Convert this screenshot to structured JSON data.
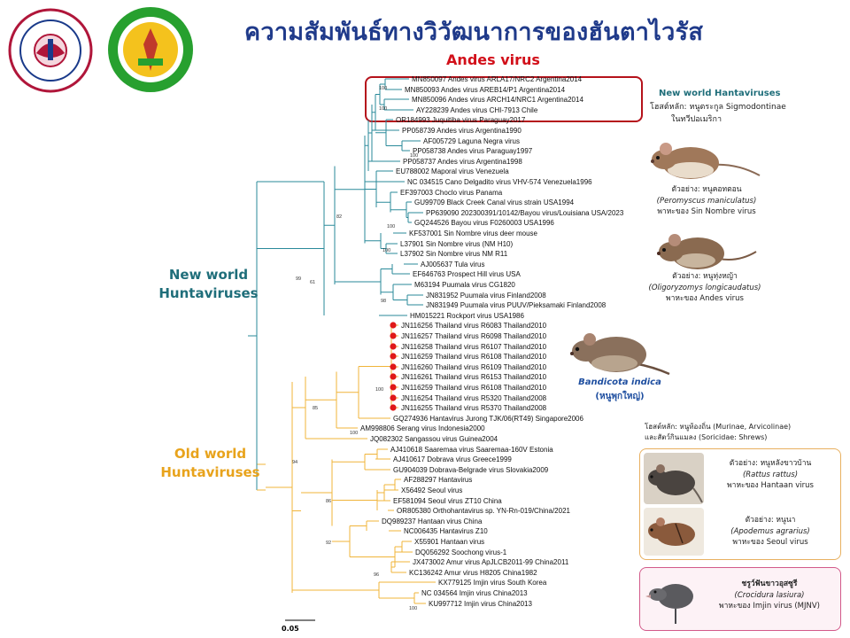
{
  "title": "ความสัมพันธ์ทางวิวัฒนาการของฮันตาไวรัส",
  "andes_label": "Andes virus",
  "groups": {
    "new_world": [
      "New world",
      "Huntaviruses"
    ],
    "old_world": [
      "Old world",
      "Huntaviruses"
    ]
  },
  "leaves": [
    "MN850097 Andes virus ARLA17/NRC2 Argentina2014",
    "MN850093 Andes virus AREB14/P1 Argentina2014",
    "MN850096 Andes virus ARCH14/NRC1 Argentina2014",
    "AY228239 Andes virus CHI-7913 Chile",
    "OR184993 Juquitiba virus Paraguay2017",
    "PP058739 Andes virus Argentina1990",
    "AF005729 Laguna Negra virus",
    "PP058738 Andes virus Paraguay1997",
    "PP058737 Andes virus Argentina1998",
    "EU788002 Maporal virus Venezuela",
    "NC 034515 Cano Delgadito virus VHV-574 Venezuela1996",
    "EF397003 Choclo virus Panama",
    "GU99709 Black Creek Canal virus strain USA1994",
    "PP639090 202300391/10142/Bayou virus/Louisiana USA/2023",
    "GQ244526 Bayou virus F0260003 USA1996",
    "KF537001 Sin Nombre virus deer mouse",
    "L37901 Sin Nombre virus (NM H10)",
    "L37902 Sin Nombre virus NM R11",
    "AJ005637 Tula virus",
    "EF646763 Prospect Hill virus USA",
    "M63194 Puumala virus CG1820",
    "JN831952 Puumala virus Finland2008",
    "JN831949 Puumala virus PUUV/Pieksamaki Finland2008",
    "HM015221 Rockport virus USA1986",
    "JN116256 Thailand virus R6083 Thailand2010",
    "JN116257 Thailand virus R6098 Thailand2010",
    "JN116258 Thailand virus R6107 Thailand2010",
    "JN116259 Thailand virus R6108 Thailand2010",
    "JN116260 Thailand virus R6109 Thailand2010",
    "JN116261 Thailand virus R6153 Thailand2010",
    "JN116259 Thailand virus R6108 Thailand2010",
    "JN116254 Thailand virus R5320 Thailand2008",
    "JN116255 Thailand virus R5370 Thailand2008",
    "GQ274936 Hantavirus Jurong TJK/06(RT49) Singapore2006",
    "AM998806 Serang virus Indonesia2000",
    "JQ082302 Sangassou virus Guinea2004",
    "AJ410618 Saaremaa virus Saaremaa-160V Estonia",
    "AJ410617 Dobrava virus Greece1999",
    "GU904039 Dobrava-Belgrade virus Slovakia2009",
    "AF288297 Hantavirus",
    "X56492 Seoul virus",
    "EF581094 Seoul virus ZT10 China",
    "OR805380 Orthohantavirus sp. YN-Rn-019/China/2021",
    "DQ989237 Hantaan virus China",
    "NC006435 Hantavirus Z10",
    "X55901 Hantaan virus",
    "DQ056292 Soochong virus-1",
    "JX473002 Amur virus ApJLCB2011-99 China2011",
    "KC136242 Amur virus H8205 China1982",
    "KX779125 Imjin virus South Korea",
    "NC 034564 Imjin virus China2013",
    "KU997712 Imjin virus China2013"
  ],
  "bootstrap": [
    "100",
    "100",
    "100",
    "82",
    "100",
    "100",
    "99",
    "61",
    "98",
    "100",
    "85",
    "100",
    "94",
    "86",
    "92",
    "96",
    "100"
  ],
  "new_world_info": {
    "heading": "New world Hantaviruses",
    "host_line1": "โฮสต์หลัก: หนูตระกูล Sigmodontinae",
    "host_line2": "ในทวีปอเมริกา",
    "ex1": [
      "ตัวอย่าง: หนูคอทตอน",
      "(Peromyscus maniculatus)",
      "พาหะของ Sin Nombre virus"
    ],
    "ex2": [
      "ตัวอย่าง: หนูทุ่งหญ้า",
      "(Oligoryzomys longicaudatus)",
      "พาหะของ Andes virus"
    ]
  },
  "bandicota": [
    "Bandicota indica",
    "(หนูพุกใหญ่)"
  ],
  "old_world_info": {
    "host_line1": "โฮสต์หลัก: หนูท้องถิ่น (Murinae, Arvicolinae)",
    "host_line2": "และสัตว์กินแมลง (Soricidae: Shrews)",
    "ex1": [
      "ตัวอย่าง: หนูหลังขาวบ้าน",
      "(Rattus rattus)",
      "พาหะของ Hantaan virus"
    ],
    "ex2": [
      "ตัวอย่าง: หนูนา",
      "(Apodemus agrarius)",
      "พาหะของ Seoul virus"
    ],
    "ex3": [
      "ชรูว์ฟันขาวอุสซูรี",
      "(Crocidura lasiura)",
      "พาหะของ Imjin virus (MJNV)"
    ]
  },
  "scale_label": "0.05",
  "colors": {
    "title": "#1f3a8a",
    "andes": "#d2101a",
    "new_world_branch": "#2a8a9a",
    "old_world_branch": "#f0b43a",
    "thailand_dot": "#e01818"
  }
}
